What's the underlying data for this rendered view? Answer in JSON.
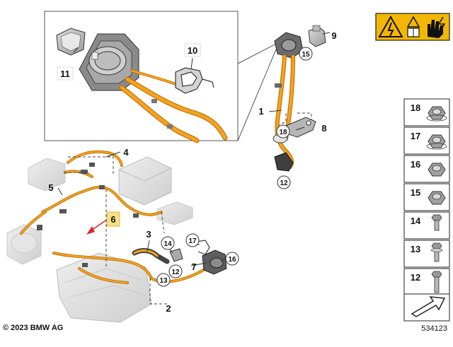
{
  "callouts": {
    "c1": "1",
    "c2": "2",
    "c3": "3",
    "c4": "4",
    "c5": "5",
    "c6": "6",
    "c7": "7",
    "c8": "8",
    "c9": "9",
    "c10": "10",
    "c11": "11",
    "c12a": "12",
    "c12b": "12",
    "c13": "13",
    "c14": "14",
    "c15": "15",
    "c16": "16",
    "c17": "17",
    "c18": "18"
  },
  "parts_table": [
    {
      "number": "18",
      "icon": "hex-flange-nut-icon"
    },
    {
      "number": "17",
      "icon": "flange-nut-icon"
    },
    {
      "number": "16",
      "icon": "collar-nut-icon"
    },
    {
      "number": "15",
      "icon": "hex-nut-icon"
    },
    {
      "number": "14",
      "icon": "hex-bolt-icon"
    },
    {
      "number": "13",
      "icon": "bolt-with-washer-icon"
    },
    {
      "number": "12",
      "icon": "long-bolt-icon"
    }
  ],
  "footer": {
    "copyright": "© 2023 BMW AG",
    "image_number": "534123"
  },
  "colors": {
    "cable": "#f6a21c",
    "cable_dark": "#b06b08",
    "highlight_tag": "#f7e08a",
    "warning_yellow": "#f2b705",
    "part_gray": "#8c8c8c",
    "arrow_red": "#d9282f"
  }
}
